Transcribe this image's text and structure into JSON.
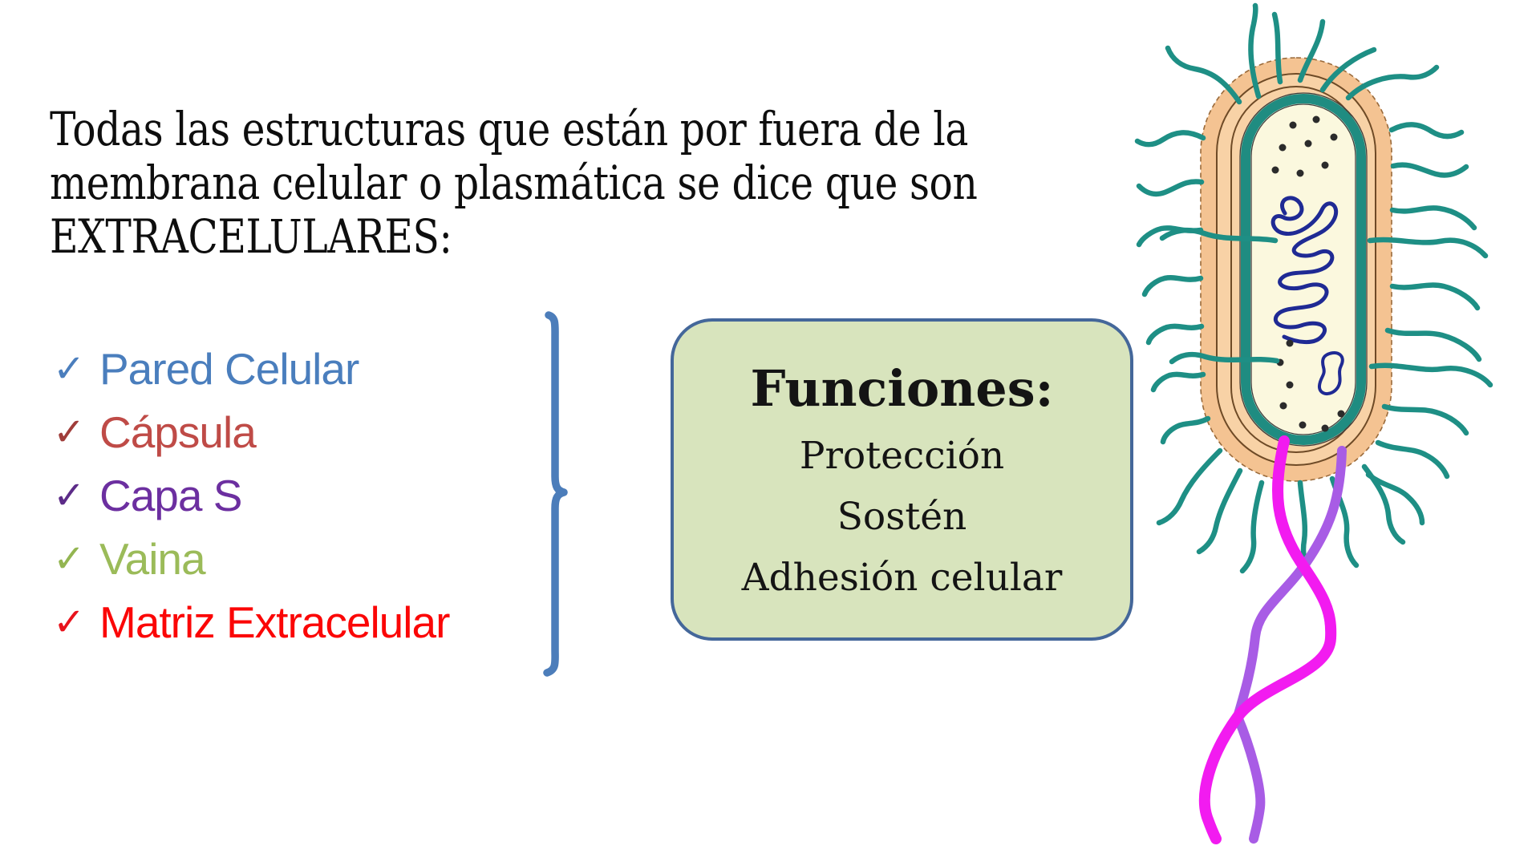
{
  "slide": {
    "title": {
      "lines": [
        "Todas las estructuras que están por fuera de la",
        "membrana celular o plasmática se dice que son",
        "EXTRACELULARES:"
      ]
    },
    "checklist": {
      "check_glyph": "✓",
      "items": [
        {
          "label": "Pared Celular",
          "color": "#4A7EBD",
          "check_color": "#4B7EBD"
        },
        {
          "label": "Cápsula",
          "color": "#BF4B47",
          "check_color": "#A03D3A"
        },
        {
          "label": "Capa S",
          "color": "#6C2FA0",
          "check_color": "#5C2B88"
        },
        {
          "label": "Vaina",
          "color": "#9BBB59",
          "check_color": "#93B551"
        },
        {
          "label": "Matriz Extracelular",
          "color": "#FB0606",
          "check_color": "#E8131C"
        }
      ]
    },
    "functions_box": {
      "title": "Funciones:",
      "items": [
        "Protección",
        "Sostén",
        "Adhesión celular"
      ]
    }
  },
  "palette": {
    "bracket": "#4C7DBA",
    "box_fill": "#D8E4BD",
    "box_border": "#44679A",
    "capsule_outer": "#F4C392",
    "capsule_inner": "#F8D2A6",
    "capsule_outline": "#6E4A26",
    "membrane_teal": "#1F8C81",
    "cytoplasm": "#FBF8DE",
    "nucleoid_blue": "#1F2A94",
    "pili_teal": "#1E8F85",
    "flagellum_magenta": "#F21BF0",
    "flagellum_violet": "#A85CE5"
  }
}
